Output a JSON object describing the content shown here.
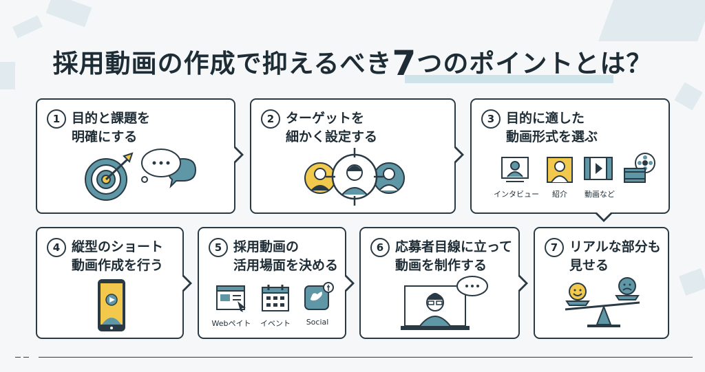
{
  "title": {
    "main": "採用動画の作成で抑えるべき",
    "number": "7",
    "rest": "つのポイントとは？"
  },
  "points": [
    {
      "num": "1",
      "title": "目的と課題を\n明確にする"
    },
    {
      "num": "2",
      "title": "ターゲットを\n細かく設定する"
    },
    {
      "num": "3",
      "title": "目的に適した\n動画形式を選ぶ",
      "labels": [
        "インタビュー",
        "紹介",
        "動画など"
      ]
    },
    {
      "num": "4",
      "title": "縦型のショート\n動画作成を行う"
    },
    {
      "num": "5",
      "title": "採用動画の\n活用場面を決める",
      "labels": [
        "Webペイト",
        "イベント",
        "Social"
      ]
    },
    {
      "num": "6",
      "title": "応募者目線に立って\n動画を制作する"
    },
    {
      "num": "7",
      "title": "リアルな部分も\n見せる"
    }
  ],
  "colors": {
    "accent": "#5f97a6",
    "dark": "#2a3a44",
    "yellow": "#f2c94c",
    "light": "#cfe4ea"
  }
}
